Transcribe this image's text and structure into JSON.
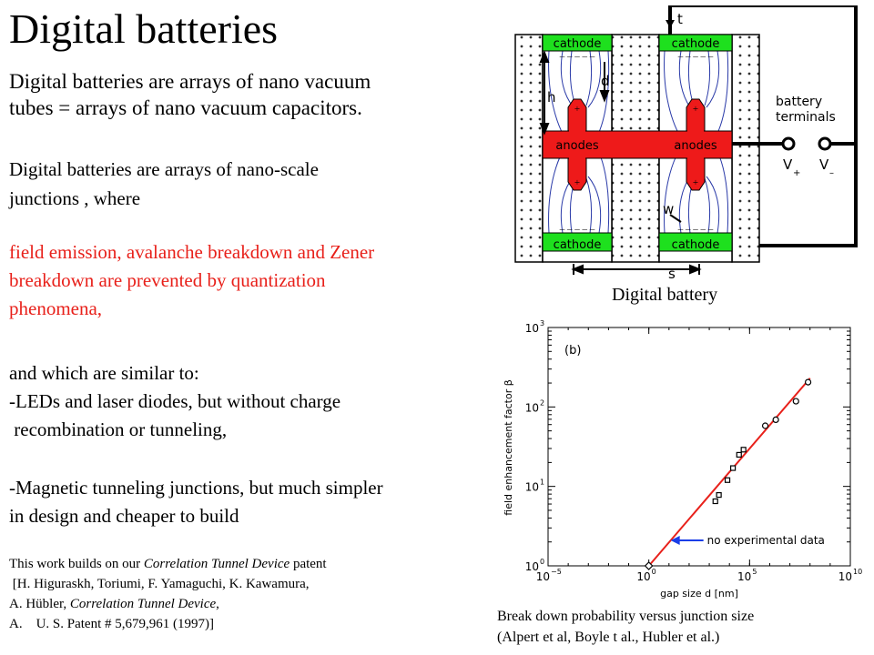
{
  "slide": {
    "title": "Digital batteries",
    "intro_lines": [
      "Digital batteries are arrays of nano vacuum",
      "tubes = arrays of nano vacuum capacitors."
    ],
    "junction_lines": [
      "Digital batteries are arrays of nano-scale",
      "junctions , where"
    ],
    "red_lines": [
      "field emission, avalanche breakdown and Zener",
      "breakdown are prevented  by quantization",
      "phenomena,"
    ],
    "similar_lines": [
      "and which are similar  to:",
      "-LEDs and laser diodes, but without charge",
      " recombination or tunneling,"
    ],
    "magnetic_lines": [
      "-Magnetic tunneling junctions, but much simpler",
      "in design and cheaper to build"
    ],
    "ref": {
      "line1_pre": "This work builds on our ",
      "line1_italic": "Correlation Tunnel Device",
      "line1_post": " patent",
      "line2": " [H. Higuraskh, Toriumi, F. Yamaguchi, K. Kawamura,",
      "line3_pre": "A. Hübler, ",
      "line3_italic": "Correlation Tunnel Device",
      "line3_post": ",",
      "line4": "A.    U. S. Patent # 5,679,961 (1997)]"
    }
  },
  "schematic": {
    "caption": "Digital battery",
    "cathode_label": "cathode",
    "anodes_label": "anodes",
    "minus_row": "– – – – –",
    "plus_sign": "+",
    "labels": {
      "t": "t",
      "d": "d",
      "h": "h",
      "w": "w",
      "s": "s"
    },
    "terminals_line1": "battery",
    "terminals_line2": "terminals",
    "v_plus": "V",
    "v_plus_sub": "+",
    "v_minus": "V",
    "v_minus_sub": "–",
    "colors": {
      "cathode": "#1ee01e",
      "anode": "#ee1a1a",
      "dots": "#333333"
    }
  },
  "chart_caption": {
    "line1": "Break down  probability versus junction  size",
    "line2": "(Alpert et al, Boyle t al., Hubler et al.)"
  },
  "chart_data": {
    "type": "scatter",
    "title": "",
    "panel_label": "(b)",
    "xlabel": "gap size d [nm]",
    "ylabel": "field enhancement factor β",
    "x_scale": "log",
    "y_scale": "log",
    "xlim": [
      1e-05,
      10000000000
    ],
    "ylim": [
      1,
      1000
    ],
    "x_ticks": [
      {
        "base": "10",
        "exp": "−5",
        "value": 1e-05
      },
      {
        "base": "10",
        "exp": "0",
        "value": 1
      },
      {
        "base": "10",
        "exp": "5",
        "value": 100000
      },
      {
        "base": "10",
        "exp": "10",
        "value": 10000000000
      }
    ],
    "y_ticks": [
      {
        "base": "10",
        "exp": "0",
        "value": 1
      },
      {
        "base": "10",
        "exp": "1",
        "value": 10
      },
      {
        "base": "10",
        "exp": "2",
        "value": 100
      },
      {
        "base": "10",
        "exp": "3",
        "value": 1000
      }
    ],
    "squares": [
      {
        "x": 2000,
        "y": 6.5
      },
      {
        "x": 3000,
        "y": 7.8
      },
      {
        "x": 8000,
        "y": 12
      },
      {
        "x": 15000,
        "y": 17
      },
      {
        "x": 30000,
        "y": 25
      },
      {
        "x": 50000,
        "y": 29
      }
    ],
    "circles": [
      {
        "x": 600000,
        "y": 58
      },
      {
        "x": 2000000,
        "y": 69
      },
      {
        "x": 20000000,
        "y": 118
      },
      {
        "x": 80000000,
        "y": 205
      }
    ],
    "diamond": {
      "x": 1,
      "y": 1
    },
    "fit_line": [
      {
        "x": 1,
        "y": 1
      },
      {
        "x": 100000000,
        "y": 230
      }
    ],
    "annotation": "no experimental data",
    "colors": {
      "fit": "#e8201a",
      "arrow": "#1a3ee8",
      "markers": "#000000"
    }
  }
}
